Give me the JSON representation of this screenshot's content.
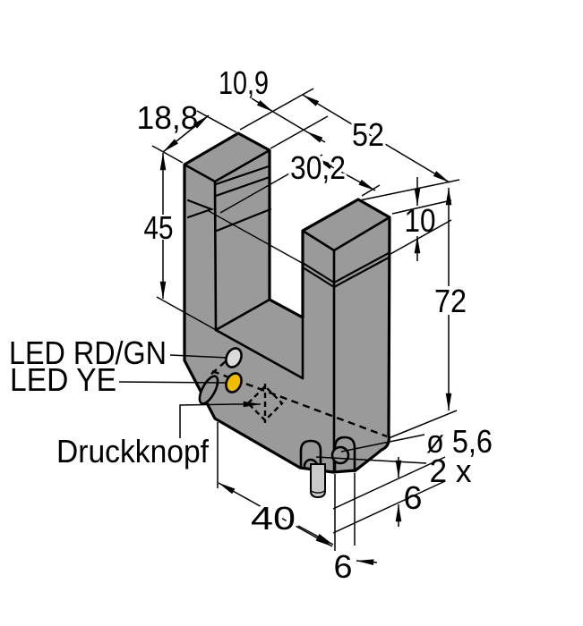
{
  "drawing": {
    "dimensions": {
      "arm_width": "10,9",
      "housing_depth": "18,8",
      "overall_length": "52",
      "slot_width": "30,2",
      "slot_depth": "45",
      "beam_offset_from_top": "10",
      "overall_height": "72",
      "hole_spacing": "40",
      "hole_diameter": "ø 5,6",
      "hole_count": "2 x",
      "hole_offset_side": "6",
      "hole_offset_bottom": "6"
    },
    "labels": {
      "led_rd_gn": "LED RD/GN",
      "led_ye": "LED YE",
      "push_button": "Druckknopf"
    },
    "colors": {
      "background": "#FFFFFF",
      "outline": "#000000",
      "body_gray": "#9A9A9A",
      "led_white": "#DBDBDB",
      "led_yellow": "#F0BC00",
      "cable_gray": "#C9C9C9"
    }
  }
}
